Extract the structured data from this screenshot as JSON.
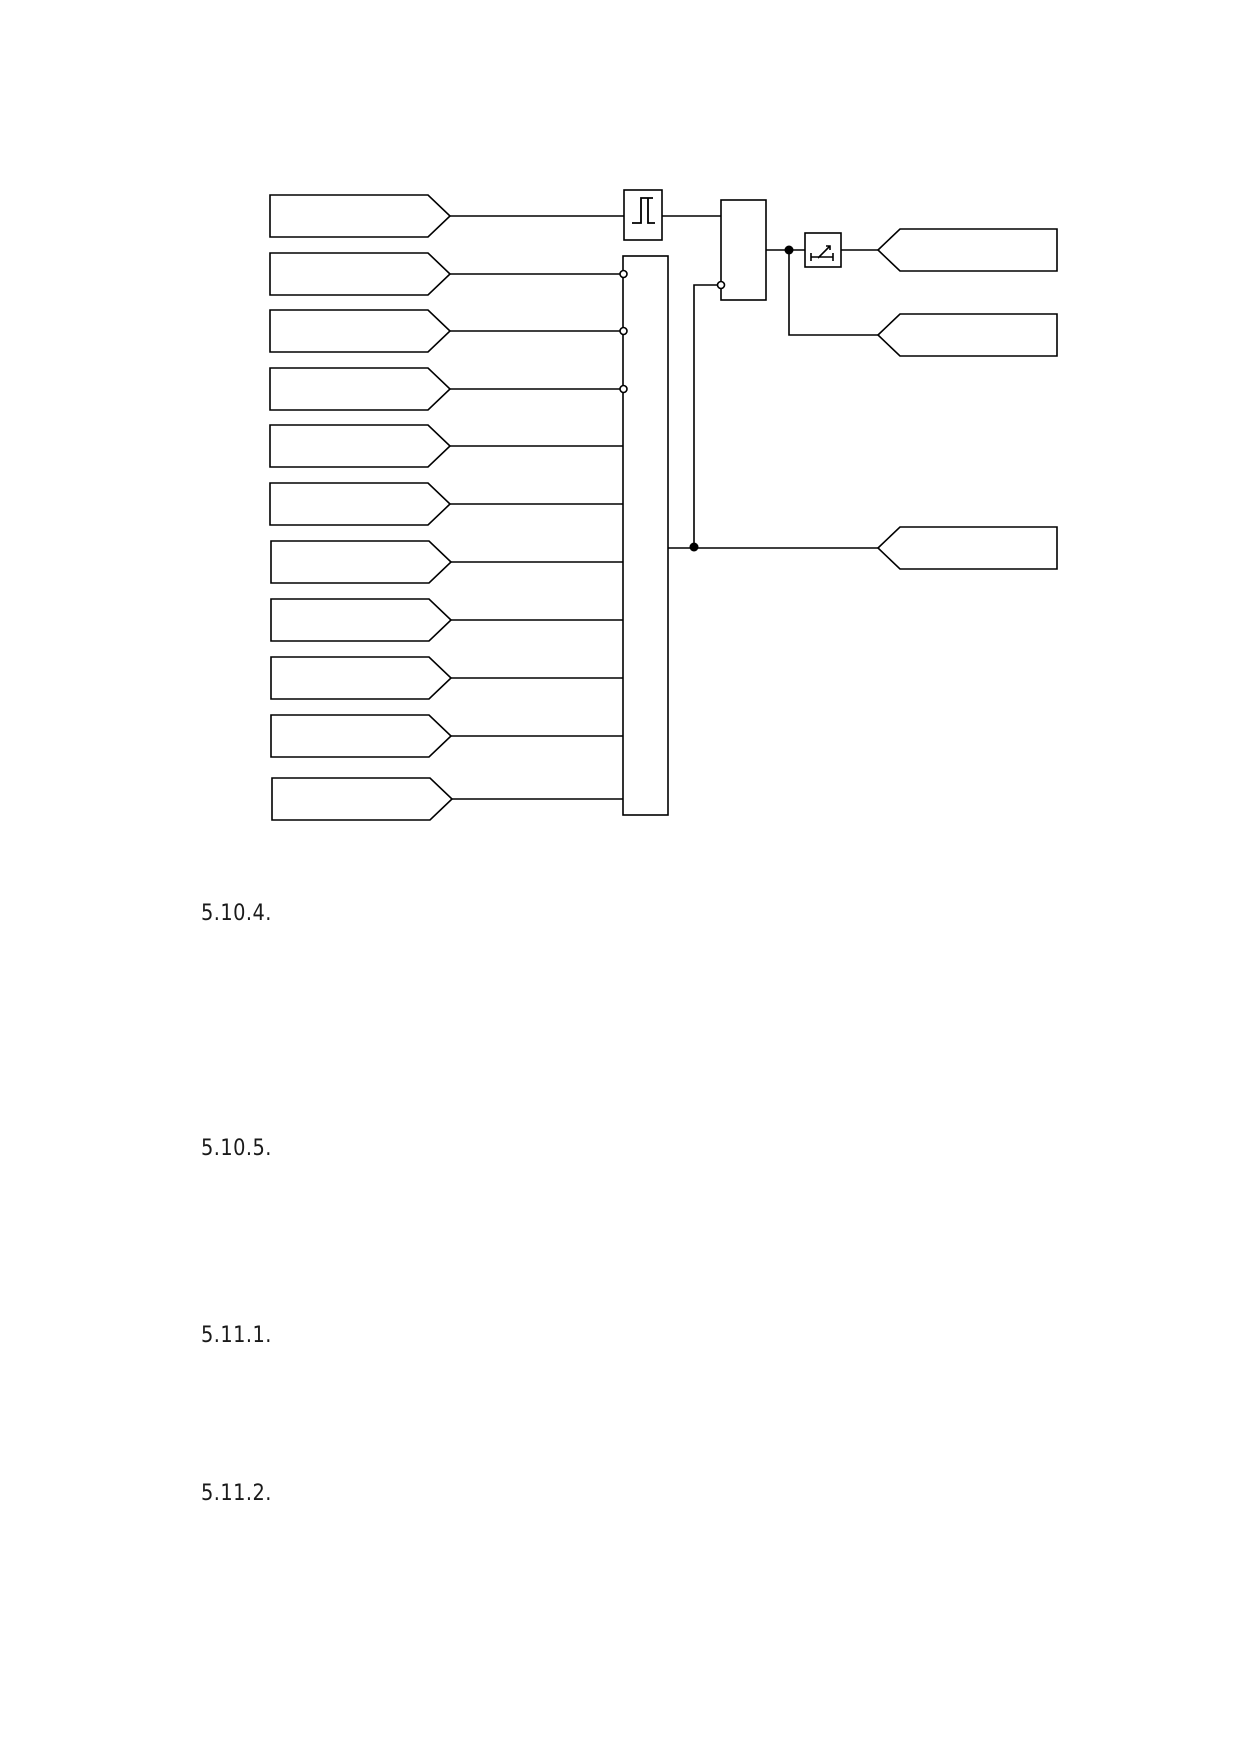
{
  "colors": {
    "stroke": "#000000",
    "background": "#ffffff",
    "text": "#1a1a1a"
  },
  "diagram": {
    "input_count": 11,
    "output_count": 3,
    "symbols": [
      "hysteresis-icon",
      "timer-icon"
    ]
  },
  "sections": [
    {
      "number": "5.10.4."
    },
    {
      "number": "5.10.5."
    },
    {
      "number": "5.11.1."
    },
    {
      "number": "5.11.2."
    }
  ]
}
